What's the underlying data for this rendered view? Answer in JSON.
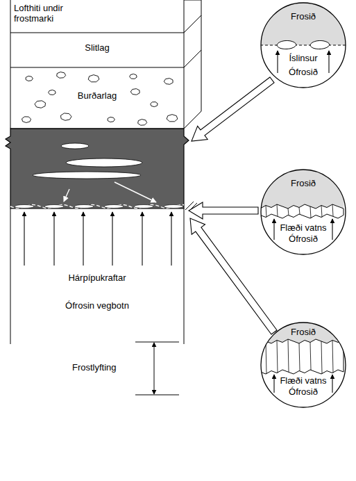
{
  "diagram": {
    "nodes": [
      {
        "text": [
          "Slitlag"
        ]
      },
      {
        "text": [
          "Burðarlag"
        ]
      },
      {
        "text": [
          "Hárpípukraftar",
          "Ófrosin vegbotn"
        ]
      },
      {
        "text": [
          "Frosið",
          "Íslinsur",
          "Ófrosið"
        ]
      },
      {
        "text": [
          "Frosið",
          "Flæði vatns",
          "Ófrosið"
        ]
      },
      {
        "text": [
          "Frosið",
          "Flæði vatns",
          "Ófrosið"
        ]
      }
    ],
    "labels": [
      "Lofthiti undir frostmarki",
      "Frostlyfting"
    ]
  }
}
